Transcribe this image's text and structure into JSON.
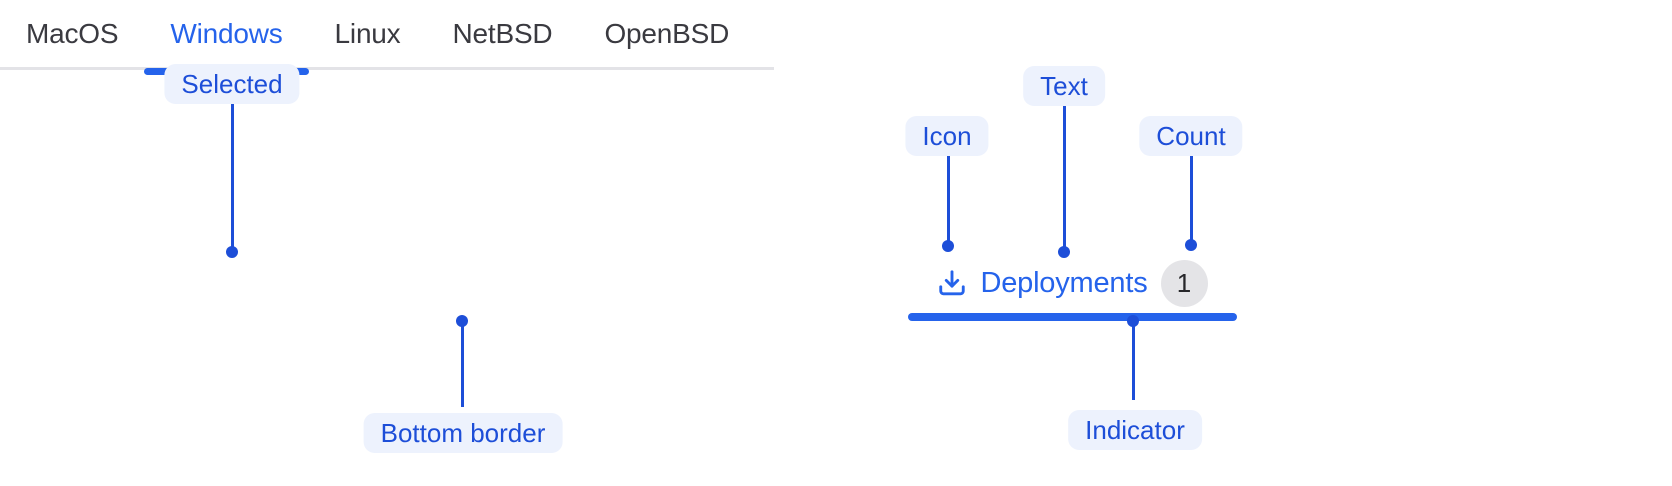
{
  "colors": {
    "accent_blue": "#2563EB",
    "annotation_blue": "#1D4ED8",
    "annotation_pill_bg": "#EDF2FD",
    "tab_text": "#3A3A40",
    "tab_border": "#E3E3E7",
    "badge_bg": "#E4E4E7",
    "badge_text": "#27272A",
    "canvas_bg": "#FFFFFF"
  },
  "left_demo": {
    "tabs": [
      {
        "label": "MacOS",
        "selected": false
      },
      {
        "label": "Windows",
        "selected": true
      },
      {
        "label": "Linux",
        "selected": false
      },
      {
        "label": "NetBSD",
        "selected": false
      },
      {
        "label": "OpenBSD",
        "selected": false
      }
    ],
    "annotations": {
      "selected": "Selected",
      "bottom_border": "Bottom border"
    }
  },
  "right_demo": {
    "tab": {
      "icon": "download-icon",
      "label": "Deployments",
      "count": "1"
    },
    "annotations": {
      "icon": "Icon",
      "text": "Text",
      "count": "Count",
      "indicator": "Indicator"
    }
  }
}
